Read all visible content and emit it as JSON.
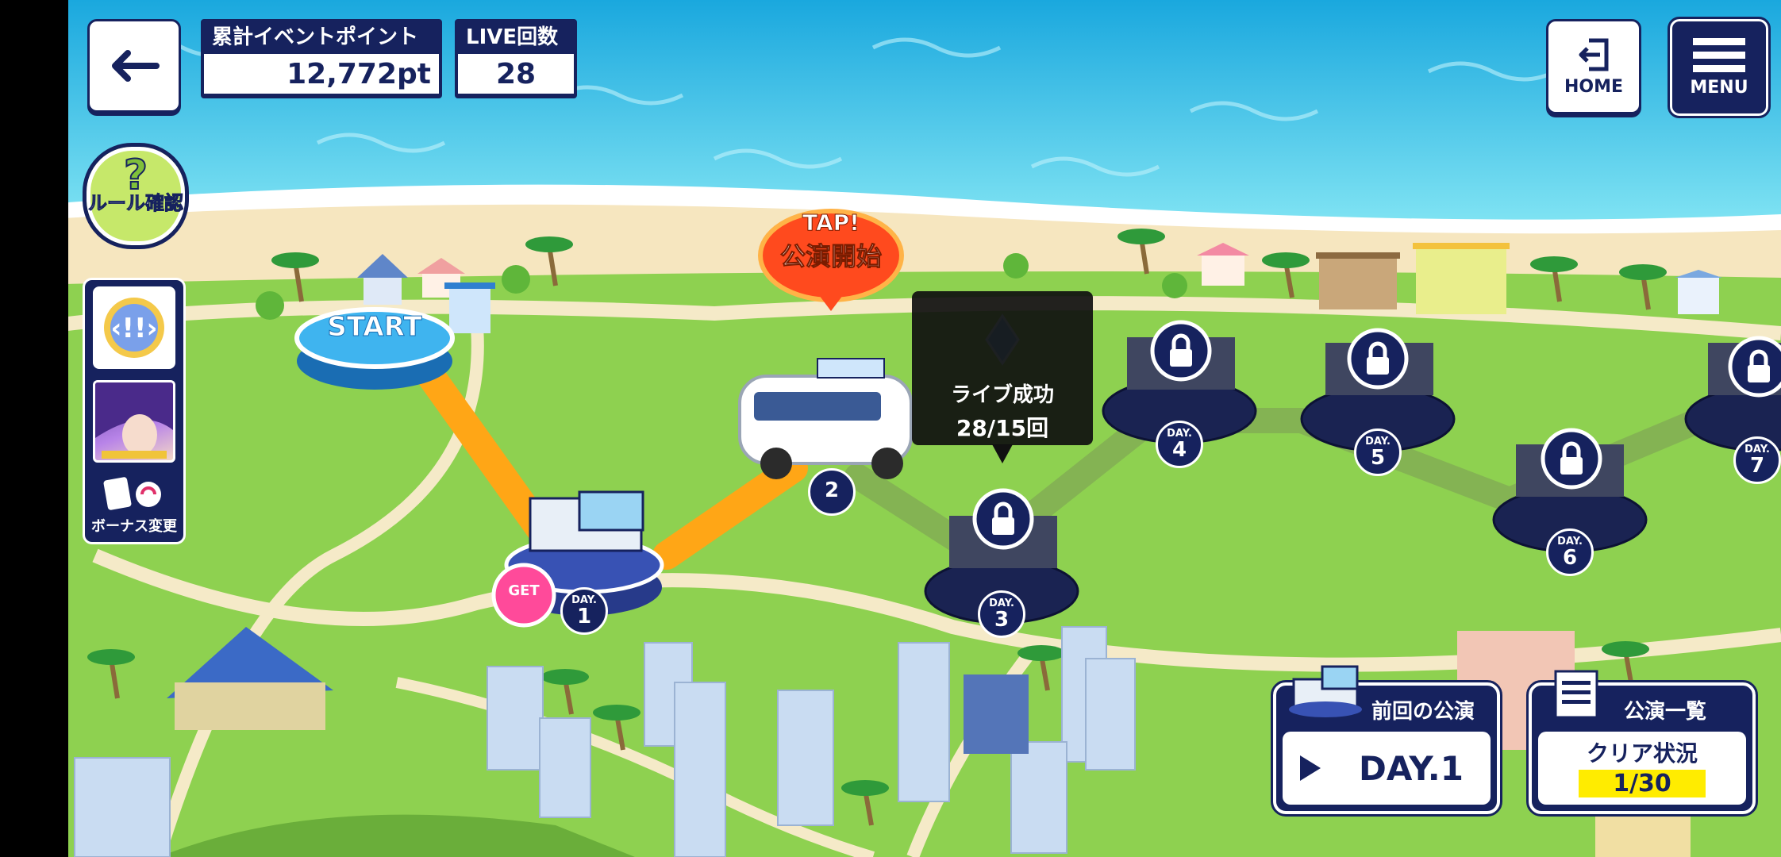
{
  "hud": {
    "back_icon": "arrow-left-icon",
    "event_points_label": "累計イベントポイント",
    "event_points_value": "12,772pt",
    "live_count_label": "LIVE回数",
    "live_count_value": "28",
    "home_label": "HOME",
    "menu_label": "MENU"
  },
  "side": {
    "rule_symbol": "?",
    "rule_label": "ルール確認",
    "bonus_label": "ボーナス変更"
  },
  "map": {
    "start_label": "START",
    "tap_line1": "TAP!",
    "tap_line2": "公演開始",
    "get_badge": "GET",
    "day_prefix": "DAY.",
    "bus_stop_number": "2",
    "days": [
      "1",
      "3",
      "4",
      "5",
      "6",
      "7"
    ],
    "tooltip_line1": "ライブ成功",
    "tooltip_line2": "28/15回"
  },
  "panels": {
    "prev_title": "前回の公演",
    "prev_value": "DAY.1",
    "list_title": "公演一覧",
    "clear_label": "クリア状況",
    "clear_value": "1/30"
  },
  "colors": {
    "navy": "#16225e",
    "path_active": "#ffa616",
    "sea": "#3ec3ea",
    "grass": "#8fcf4a",
    "highlight": "#ffec00"
  }
}
